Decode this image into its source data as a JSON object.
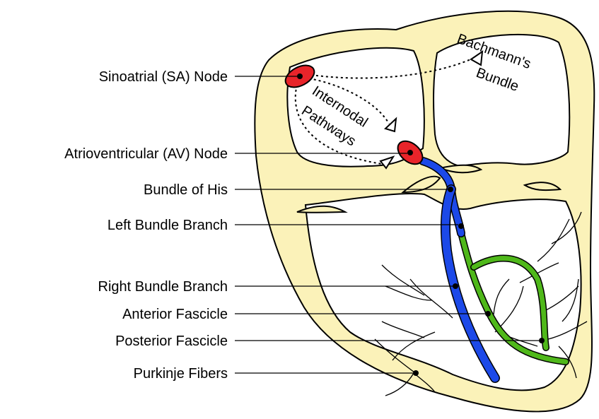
{
  "labels": [
    "Sinoatrial (SA) Node",
    "Atrioventricular (AV) Node",
    "Bundle of His",
    "Left Bundle Branch",
    "Right Bundle Branch",
    "Anterior Fascicle",
    "Posterior Fascicle",
    "Purkinje Fibers"
  ],
  "inline_labels": {
    "internodal_1": "Internodal",
    "internodal_2": "Pathways",
    "bachmann_1": "Bachmann's",
    "bachmann_2": "Bundle"
  },
  "colors": {
    "heart_fill": "#fbf2b9",
    "chamber_fill": "#ffffff",
    "node": "#e8242a",
    "blue_path": "#1c49e8",
    "green_path": "#4fb81a",
    "outline": "#000000"
  }
}
